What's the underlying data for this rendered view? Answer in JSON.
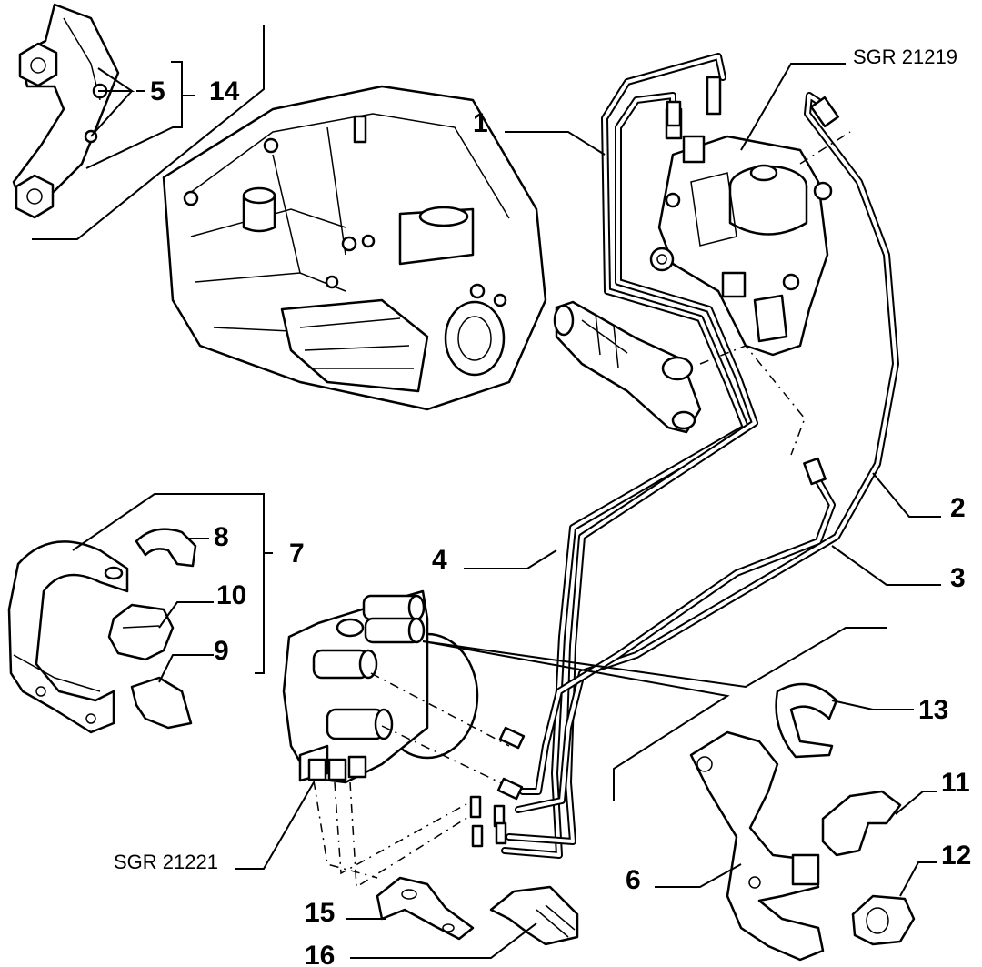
{
  "callouts": {
    "c1": "1",
    "c2": "2",
    "c3": "3",
    "c4": "4",
    "c5": "5",
    "c6": "6",
    "c7": "7",
    "c8": "8",
    "c9": "9",
    "c10": "10",
    "c11": "11",
    "c12": "12",
    "c13": "13",
    "c14": "14",
    "c15": "15",
    "c16": "16"
  },
  "references": {
    "top": "SGR 21219",
    "bottom": "SGR 21221"
  }
}
